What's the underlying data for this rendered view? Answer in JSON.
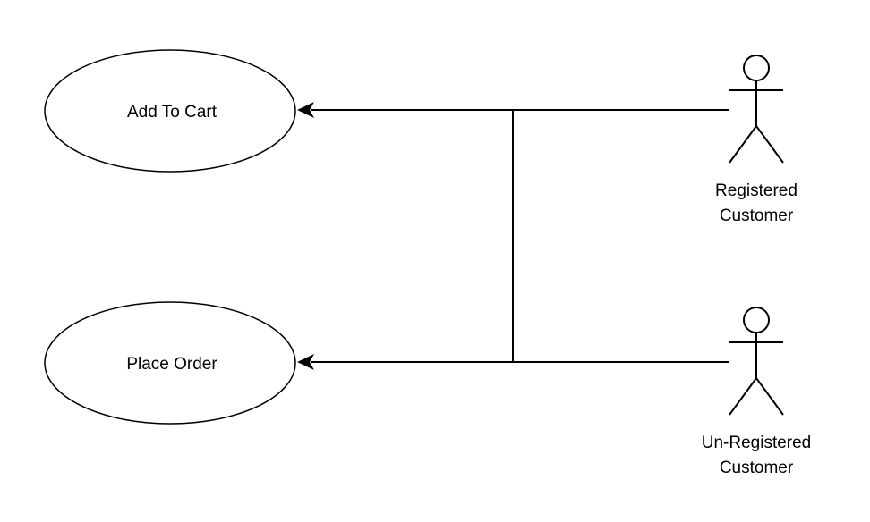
{
  "use_cases": [
    {
      "label": "Add To Cart"
    },
    {
      "label": "Place Order"
    }
  ],
  "actors": [
    {
      "label_line1": "Registered",
      "label_line2": "Customer"
    },
    {
      "label_line1": "Un-Registered",
      "label_line2": "Customer"
    }
  ],
  "relations": [
    {
      "from": "Registered Customer",
      "to": "Add To Cart"
    },
    {
      "from": "Registered Customer",
      "to": "Place Order"
    },
    {
      "from": "Un-Registered Customer",
      "to": "Place Order"
    },
    {
      "from": "Un-Registered Customer",
      "to": "Add To Cart"
    }
  ],
  "colors": {
    "line": "#000000",
    "background": "#ffffff"
  }
}
